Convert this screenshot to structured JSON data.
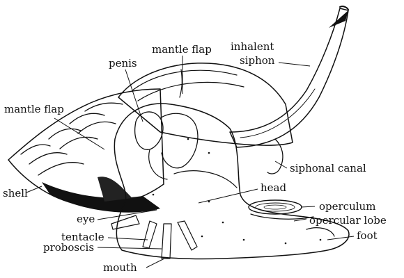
{
  "labels": {
    "mantle_flap_top": "mantle flap",
    "inhalent": "inhalent",
    "siphon": "siphon",
    "penis": "penis",
    "mantle_flap_left": "mantle flap",
    "siphonal_canal": "siphonal canal",
    "head": "head",
    "shell": "shell",
    "operculum": "operculum",
    "opercular_lobe": "opercular lobe",
    "eye": "eye",
    "foot": "foot",
    "tentacle": "tentacle",
    "proboscis": "proboscis",
    "mouth": "mouth"
  },
  "colors": {
    "ink": "#111111",
    "background": "#ffffff"
  }
}
